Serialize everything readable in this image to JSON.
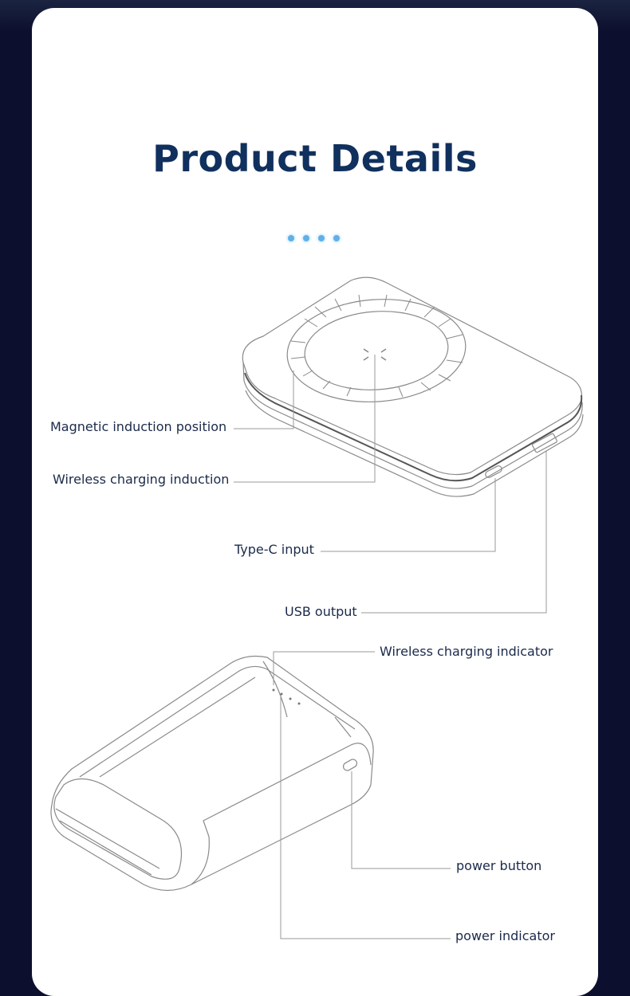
{
  "title": "Product Details",
  "labels": {
    "magnetic": "Magnetic induction position",
    "wireless_induction": "Wireless charging induction",
    "typec": "Type-C input",
    "usb": "USB output",
    "wireless_indicator": "Wireless charging indicator",
    "power_button": "power button",
    "power_indicator": "power indicator"
  },
  "colors": {
    "title": "#10305e",
    "accent_dots": "#5fb0e8",
    "background": "#0d0f2e"
  }
}
